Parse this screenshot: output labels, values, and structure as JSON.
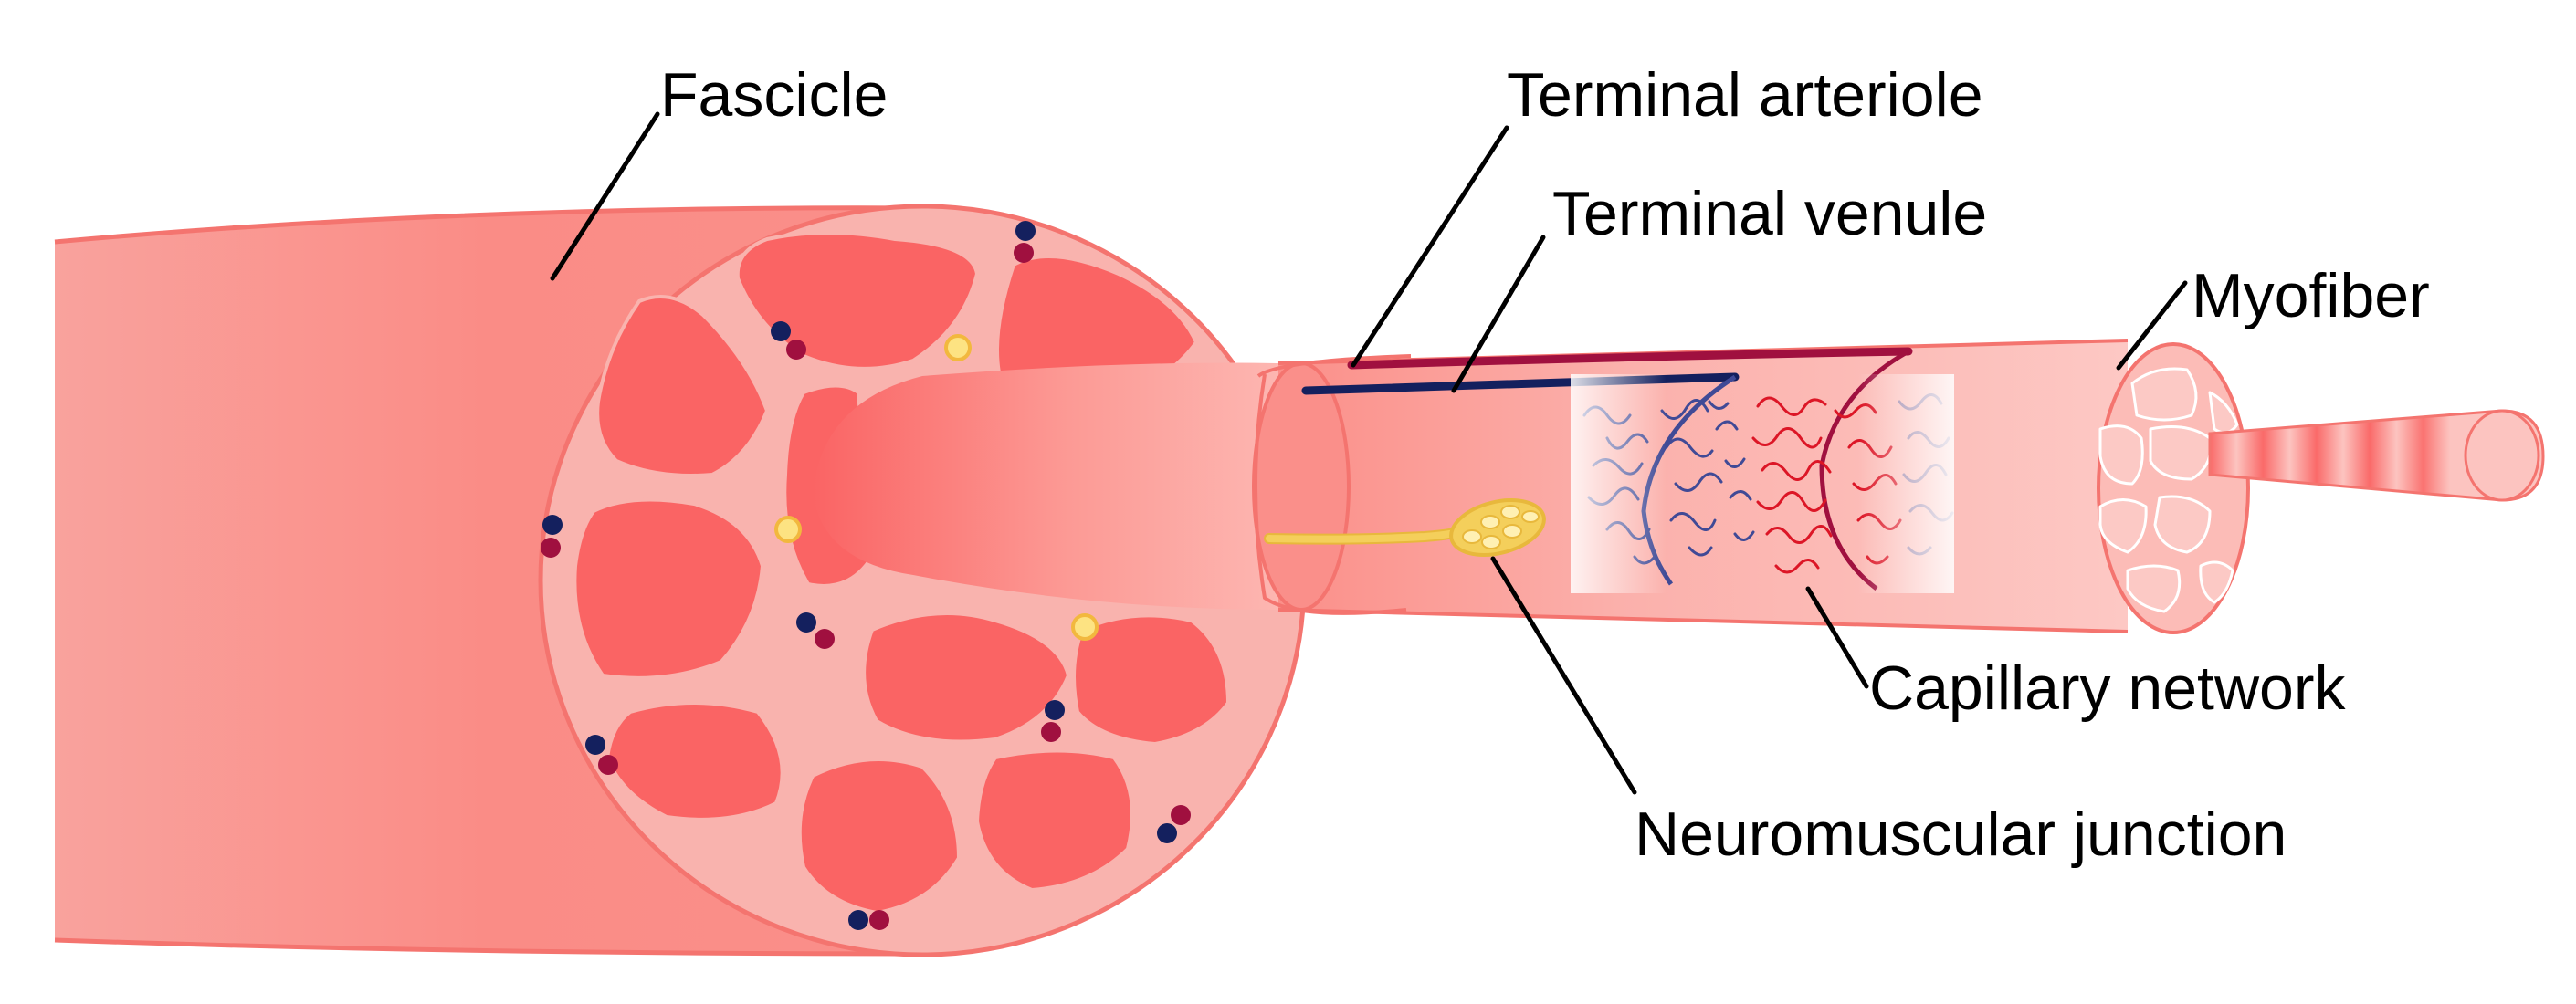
{
  "labels": {
    "fascicle": "Fascicle",
    "terminal_arteriole": "Terminal arteriole",
    "terminal_venule": "Terminal venule",
    "myofiber": "Myofiber",
    "capillary_network": "Capillary network",
    "neuromuscular_junction": "Neuromuscular junction"
  },
  "colors": {
    "tissue_light": "#f9b6b1",
    "tissue_mid": "#fb8d87",
    "tissue_dark": "#fa6363",
    "outline": "#f4746f",
    "arteriole": "#a0103f",
    "venule": "#14205e",
    "capillary_red": "#dc1626",
    "capillary_blue": "#404a96",
    "nerve": "#f4cf5b",
    "leader": "#000000",
    "background": "#ffffff"
  }
}
